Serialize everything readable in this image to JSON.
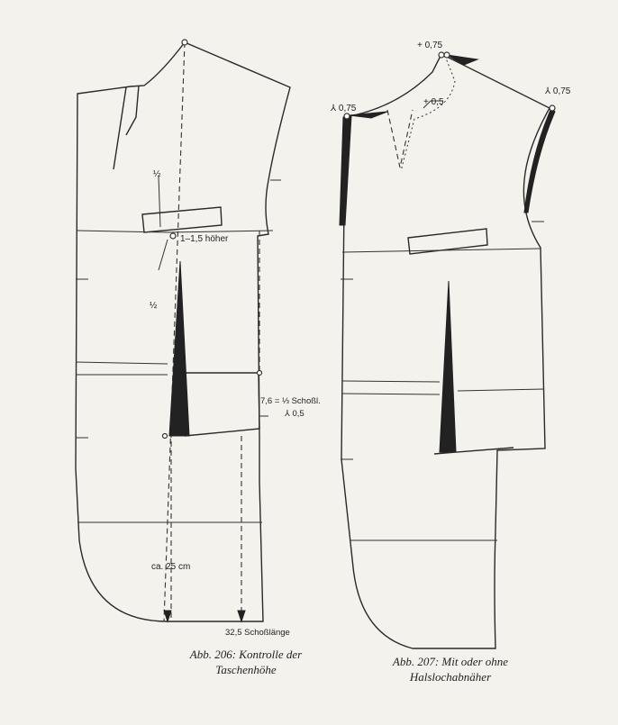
{
  "figure_left": {
    "labels": {
      "half_top": "½",
      "half_bottom": "½",
      "higher": "1–1,5 höher",
      "shoulder_note": "7,6 = ⅓ Schoßl.",
      "less_note": "⅄ 0,5",
      "approx": "ca. 25 cm",
      "skirt_length": "32,5  Schoßlänge"
    },
    "caption_line1": "Abb. 206: Kontrolle der",
    "caption_line2": "Taschenhöhe"
  },
  "figure_right": {
    "labels": {
      "plus_top": "+ 0,75",
      "less_left": "⅄ 0,75",
      "less_right": "⅄ 0,75",
      "plus_mid": "+ 0,5"
    },
    "caption_line1": "Abb. 207: Mit oder ohne",
    "caption_line2": "Halslochabnäher"
  }
}
